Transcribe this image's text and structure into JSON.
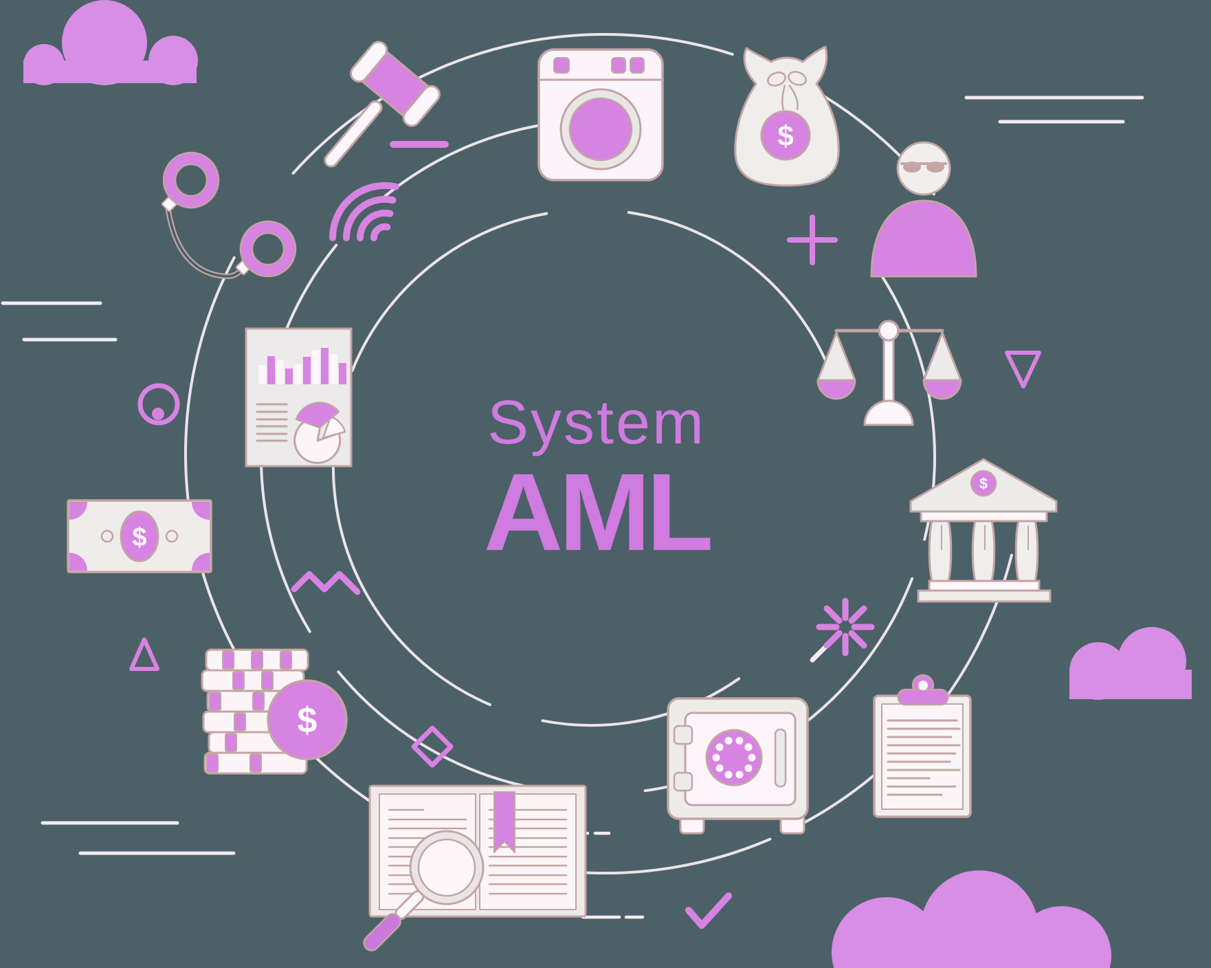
{
  "title": {
    "line1": "System",
    "line2": "AML"
  },
  "currency_symbol": "$",
  "colors": {
    "background": "#4c6067",
    "accent_purple": "#d783e2",
    "title_purple": "#cf7bdf",
    "outline_rose": "#c2a5a4",
    "paper_white": "#fdf5fa",
    "light_gray": "#eceaea",
    "orbit_white": "#f4ecf2"
  },
  "icons": [
    "cloud-icon",
    "gavel-icon",
    "washing-machine-icon",
    "money-bag-icon",
    "anonymous-person-icon",
    "plus-icon",
    "handcuffs-icon",
    "rainbow-arcs-icon",
    "bar-chart-report-icon",
    "circle-dot-icon",
    "dollar-bill-icon",
    "triangle-icon",
    "zigzag-icon",
    "coin-stack-icon",
    "dollar-coin-icon",
    "scales-of-justice-icon",
    "bank-icon",
    "starburst-icon",
    "clipboard-report-icon",
    "safe-vault-icon",
    "diamond-icon",
    "open-book-magnifier-icon",
    "checkmark-icon",
    "orbit-circles"
  ]
}
